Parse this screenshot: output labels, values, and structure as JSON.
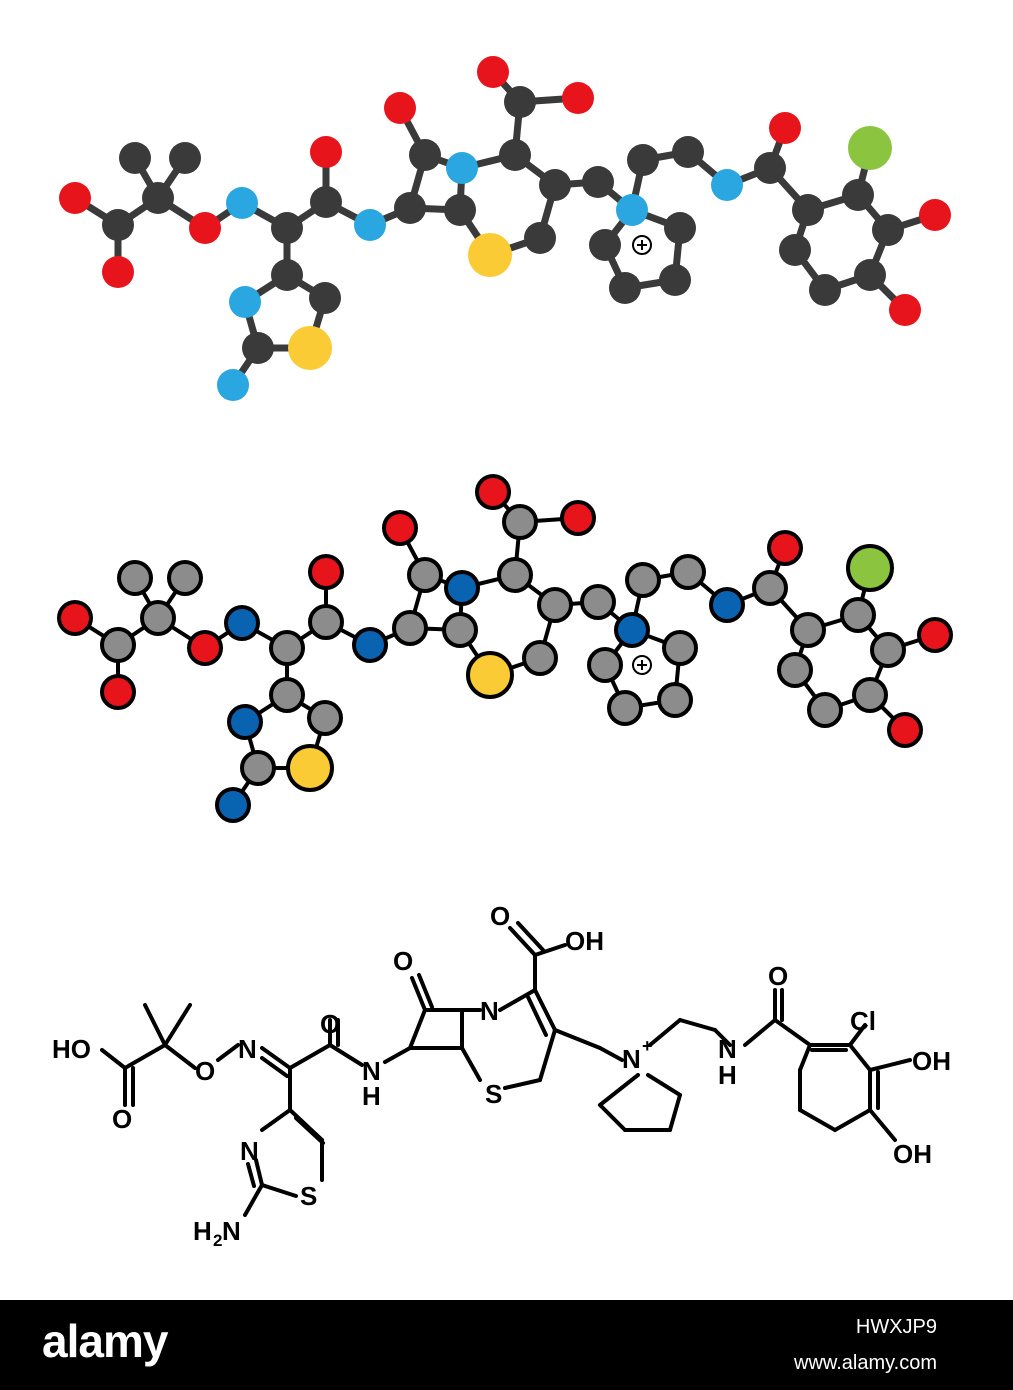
{
  "structure_labels": {
    "hooc_left": "HO",
    "o_carbonyl_left": "O",
    "o_oxime": "O",
    "n_oxime": "N",
    "o_amide": "O",
    "n_amide": "N",
    "h_amide": "H",
    "o_lactam": "O",
    "n_lactam": "N",
    "s_ring": "S",
    "o_acid": "O",
    "oh_acid": "OH",
    "n_plus": "N",
    "plus": "+",
    "nh_amide2": "N",
    "h_amide2": "H",
    "o_amide2": "O",
    "cl": "Cl",
    "oh_1": "OH",
    "oh_2": "OH",
    "n_thiazole": "N",
    "s_thiazole": "S",
    "h2n": "H",
    "h2n_sub": "2",
    "h2n_n": "N"
  },
  "watermark": {
    "logo": "alamy",
    "image_id": "HWXJP9",
    "url": "www.alamy.com"
  },
  "colors": {
    "carbon_dark": "#3a3a3a",
    "carbon_grey": "#8c8c8c",
    "oxygen": "#e8141c",
    "nitrogen_light": "#2aa7e0",
    "nitrogen_dark": "#0a63b0",
    "sulfur": "#fbcb35",
    "chlorine": "#8bc53f"
  }
}
